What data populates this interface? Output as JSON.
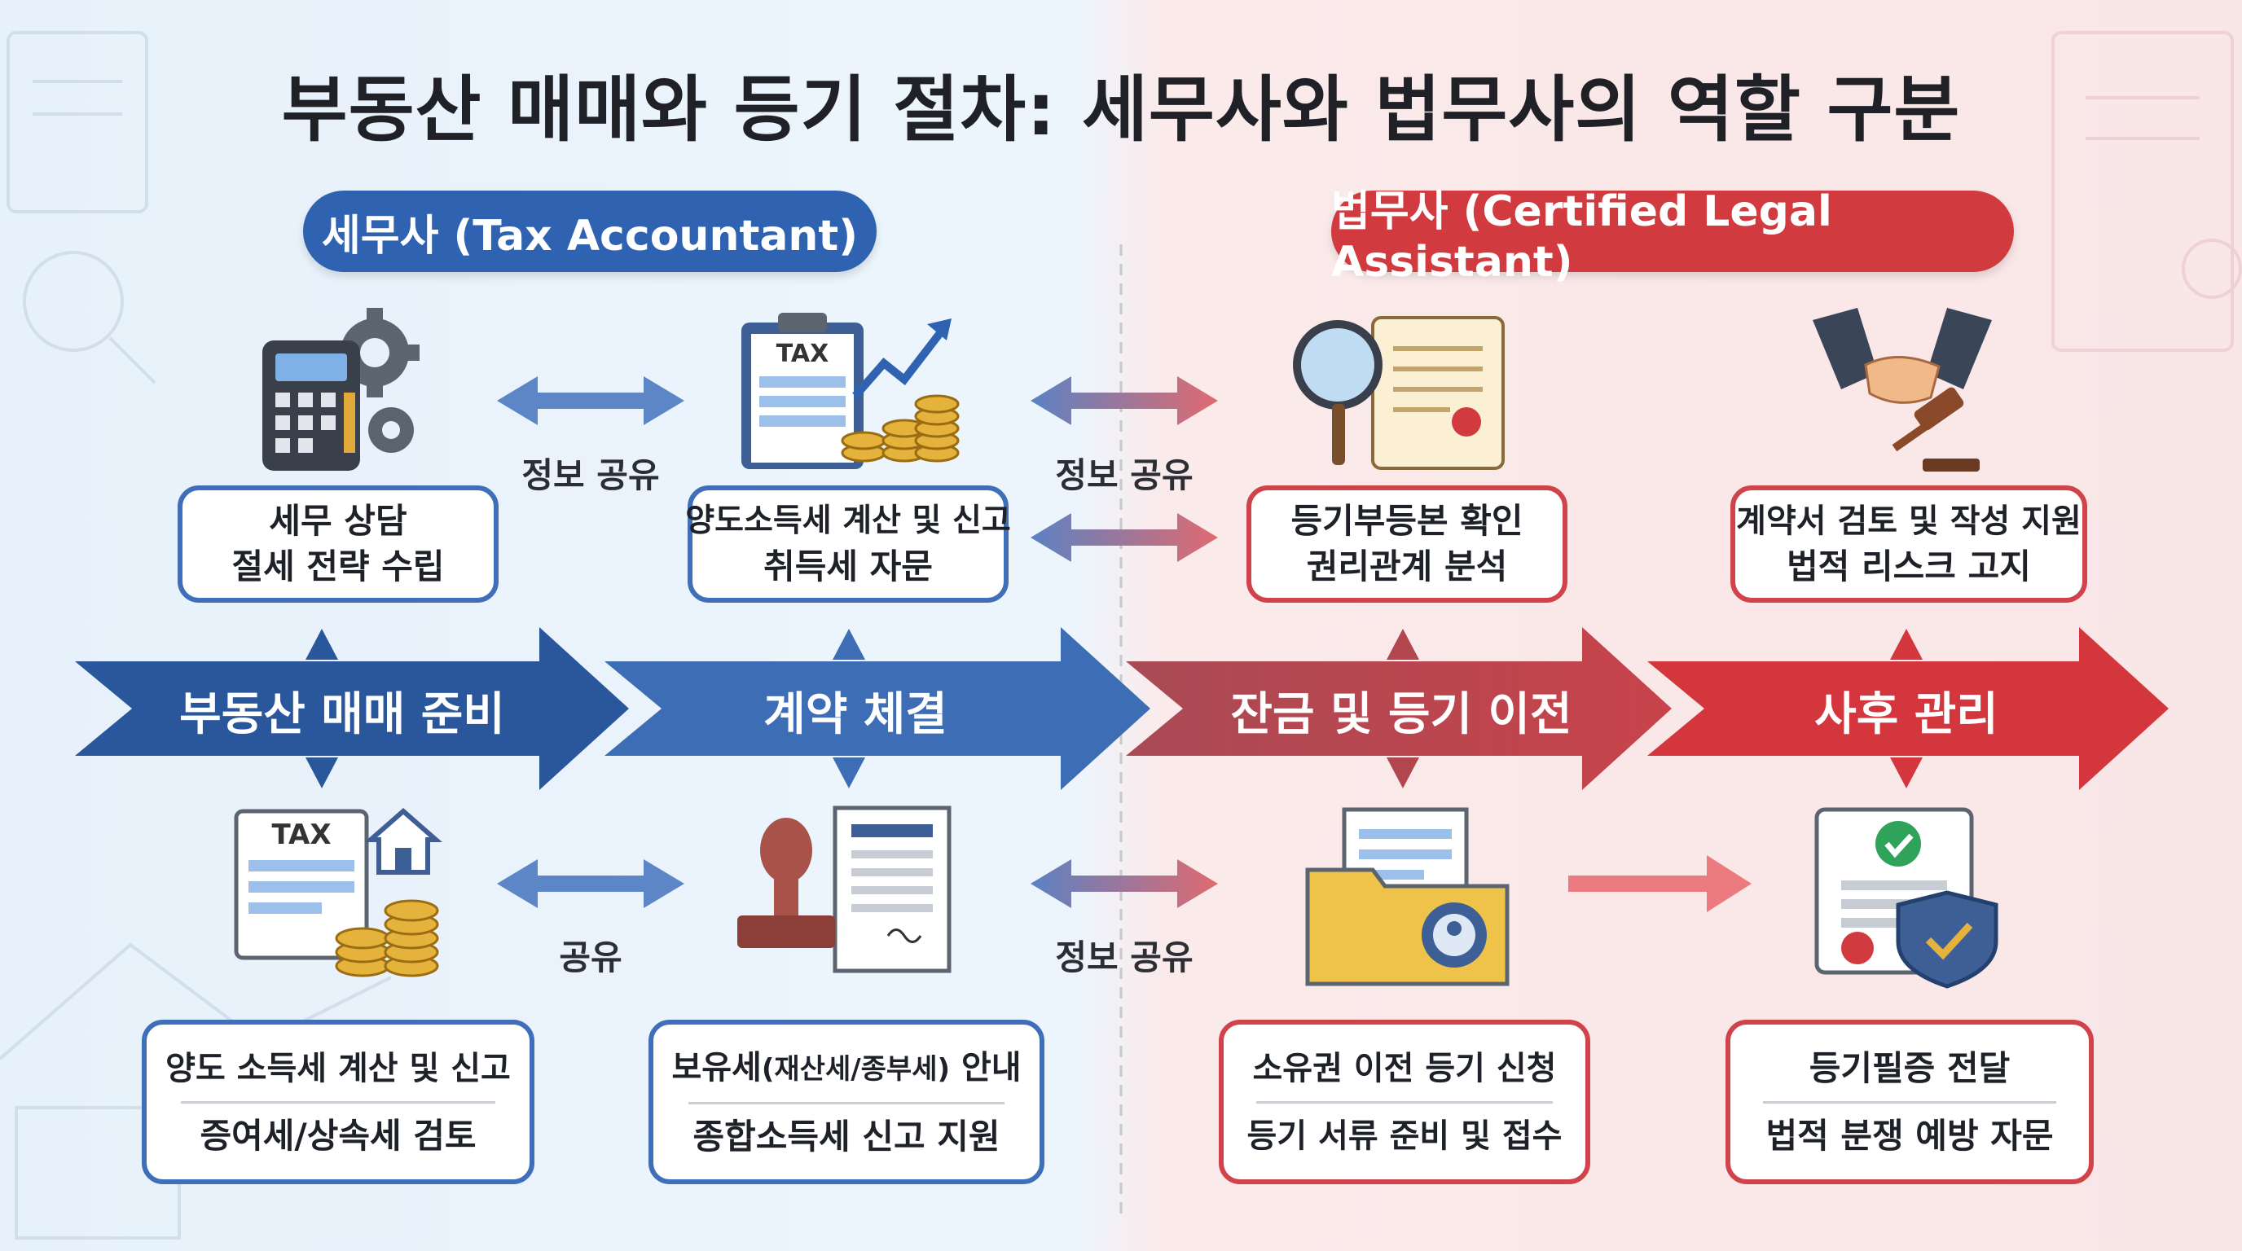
{
  "title": "부동산 매매와 등기 절차: 세무사와 법무사의 역할 구분",
  "headers": {
    "tax": "세무사 (Tax Accountant)",
    "legal": "법무사 (Certified Legal Assistant)"
  },
  "stages": [
    "부동산 매매 준비",
    "계약 체결",
    "잔금 및 등기 이전",
    "사후 관리"
  ],
  "top_boxes": [
    {
      "line1": "세무 상담",
      "line2": "절세 전략 수립"
    },
    {
      "line1": "양도소득세 계산 및 신고",
      "line2": "취득세 자문"
    },
    {
      "line1": "등기부등본 확인",
      "line2": "권리관계 분석"
    },
    {
      "line1": "계약서 검토 및 작성 지원",
      "line2": "법적 리스크 고지"
    }
  ],
  "bottom_boxes": [
    {
      "line1": "양도 소득세 계산 및 신고",
      "line2": "증여세/상속세 검토"
    },
    {
      "line1a": "보유세",
      "line1b": "(재산세/종부세)",
      "line1c": " 안내",
      "line2": "종합소득세 신고 지원"
    },
    {
      "line1": "소유권 이전 등기 신청",
      "line2": "등기 서류 준비 및 접수"
    },
    {
      "line1": "등기필증 전달",
      "line2": "법적 분쟁 예방 자문"
    }
  ],
  "share_labels": {
    "top_left": "정보 공유",
    "top_mid": "정보 공유",
    "bottom_left": "공유",
    "bottom_mid": "정보 공유"
  },
  "icons": {
    "top": [
      "calculator-gear-icon",
      "tax-clipboard-coins-icon",
      "magnifier-document-icon",
      "handshake-gavel-icon"
    ],
    "bottom": [
      "tax-house-coins-icon",
      "stamp-receipt-icon",
      "folder-document-icon",
      "certificate-shield-icon"
    ]
  },
  "colors": {
    "blue": "#2f63b1",
    "red": "#d13a3f"
  }
}
